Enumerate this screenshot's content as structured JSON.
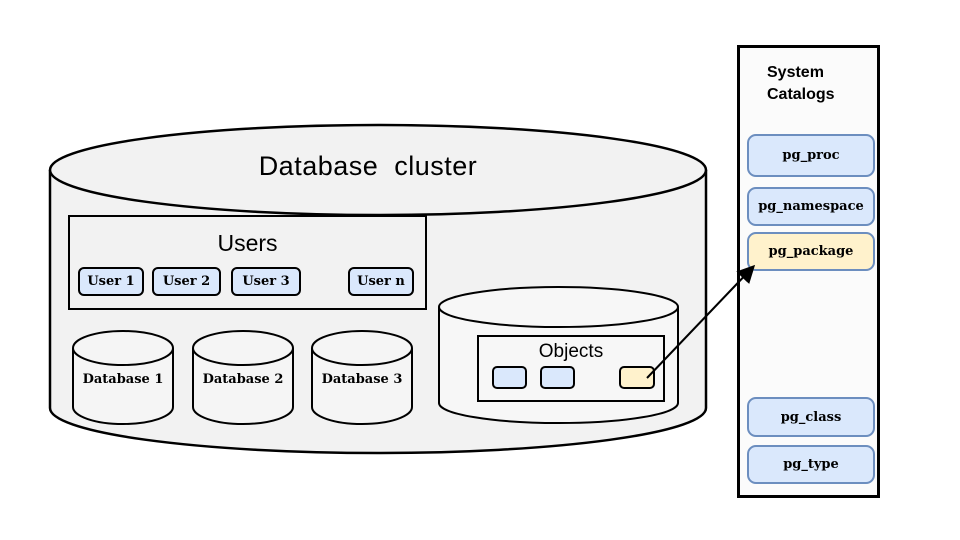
{
  "colors": {
    "page_bg": "#ffffff",
    "cluster_fill": "#f2f2f2",
    "db_cylinder_fill": "#f5f5f5",
    "objects_cylinder_fill": "#f7f7f7",
    "panel_fill": "#fbfbfb",
    "blue_fill": "#dae8fc",
    "blue_border": "#6c8ebf",
    "yellow_fill": "#fff2cc",
    "line_color": "#000000"
  },
  "cluster": {
    "title": "Database  cluster",
    "users_group": {
      "title": "Users",
      "users": [
        {
          "label": "User 1"
        },
        {
          "label": "User 2"
        },
        {
          "label": "User 3"
        },
        {
          "label": "User n"
        }
      ]
    },
    "databases": [
      {
        "label": "Database 1"
      },
      {
        "label": "Database 2"
      },
      {
        "label": "Database 3"
      }
    ],
    "objects_group": {
      "title": "Objects",
      "chips": [
        {
          "highlight": false
        },
        {
          "highlight": false
        },
        {
          "highlight": true
        }
      ]
    }
  },
  "system_catalogs": {
    "title": "System\nCatalogs",
    "items": [
      {
        "label": "pg_proc",
        "highlight": false
      },
      {
        "label": "pg_namespace",
        "highlight": false
      },
      {
        "label": "pg_package",
        "highlight": true
      },
      {
        "label": "pg_class",
        "highlight": false
      },
      {
        "label": "pg_type",
        "highlight": false
      }
    ]
  }
}
